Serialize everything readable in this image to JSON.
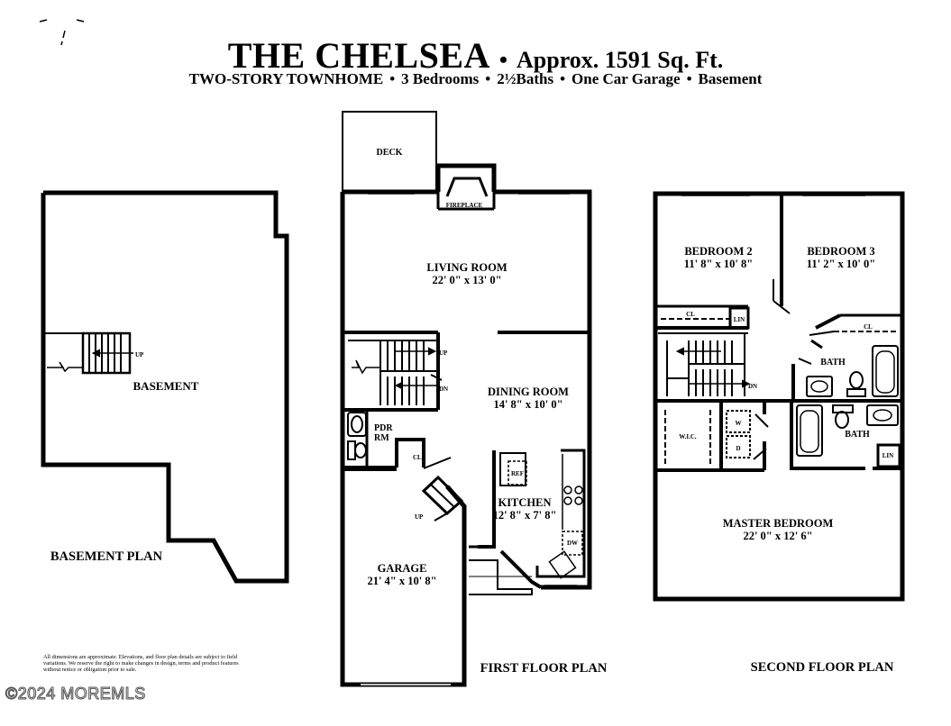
{
  "header": {
    "title": "THE CHELSEA",
    "bullet": "•",
    "area": "Approx. 1591 Sq. Ft.",
    "features": [
      "TWO-STORY TOWNHOME",
      "3 Bedrooms",
      "2½Baths",
      "One Car Garage",
      "Basement"
    ]
  },
  "basement": {
    "plan_label": "BASEMENT PLAN",
    "room": "BASEMENT",
    "stair": "UP"
  },
  "first_floor": {
    "plan_label": "FIRST FLOOR PLAN",
    "deck": "DECK",
    "fireplace": "FIREPLACE",
    "living": {
      "name": "LIVING ROOM",
      "dim": "22' 0\" x 13' 0\""
    },
    "dining": {
      "name": "DINING ROOM",
      "dim": "14' 8\" x 10' 0\""
    },
    "kitchen": {
      "name": "KITCHEN",
      "dim": "12' 8\" x 7' 8\""
    },
    "garage": {
      "name": "GARAGE",
      "dim": "21' 4\" x 10' 8\""
    },
    "pdr": "PDR",
    "rm": "RM",
    "cl": "CL",
    "ref": "REF",
    "dw": "DW",
    "stair_up": "UP",
    "stair_dn": "DN",
    "garage_up": "UP"
  },
  "second_floor": {
    "plan_label": "SECOND FLOOR PLAN",
    "bedroom2": {
      "name": "BEDROOM 2",
      "dim": "11' 8\" x 10' 8\""
    },
    "bedroom3": {
      "name": "BEDROOM 3",
      "dim": "11' 2\" x 10' 0\""
    },
    "master": {
      "name": "MASTER BEDROOM",
      "dim": "22' 0\" x 12' 6\""
    },
    "bath": "BATH",
    "bath2": "BATH",
    "cl1": "CL",
    "cl2": "CL",
    "lin1": "LIN",
    "lin2": "LIN",
    "wic": "W.I.C.",
    "washer": "W",
    "dryer": "D",
    "stair_dn": "DN"
  },
  "footer": {
    "disclaimer": "All dimensions are approximate. Elevations, and floor plan details are subject to field variations. We reserve the right to make changes in design, terms and product features without notice or obligation prior to sale.",
    "copyright": "©2024 MOREMLS"
  }
}
